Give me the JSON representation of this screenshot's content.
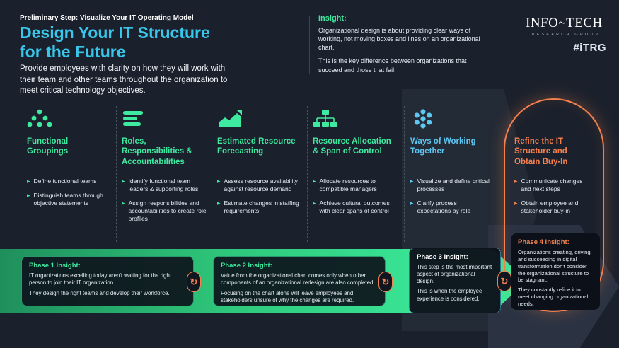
{
  "colors": {
    "background": "#1B212C",
    "accent_green": "#3EE9A0",
    "accent_cyan": "#38C7EA",
    "accent_blue": "#5EC7F2",
    "accent_orange": "#F5804E",
    "band_green": "#2FC97C"
  },
  "icons": {
    "bullet_glyph": "▸",
    "loop_glyph": "↻"
  },
  "header": {
    "kicker": "Preliminary Step: Visualize Your IT Operating Model",
    "title_line1": "Design Your IT Structure",
    "title_line2": "for the Future",
    "subtitle": "Provide employees with clarity on how they will work with their team and other teams throughout the organization to meet critical technology objectives.",
    "insight": {
      "label": "Insight:",
      "p1": "Organizational design is about providing clear ways of working, not moving boxes and lines on an organizational chart.",
      "p2": "This is the key difference between organizations that succeed and those that fail."
    }
  },
  "brand": {
    "logo_main": "INFO~TECH",
    "logo_sub": "RESEARCH GROUP",
    "logo_itrg": "#iTRG"
  },
  "columns": [
    {
      "title": "Functional Groupings",
      "icon": "team-dots-icon",
      "bullets": [
        "Define functional teams",
        "Distinguish teams through objective statements"
      ]
    },
    {
      "title": "Roles, Responsibilities & Accountabilities",
      "icon": "list-lines-icon",
      "bullets": [
        "Identify functional team leaders & supporting roles",
        "Assign responsibilities and accountabilities to create role profiles"
      ]
    },
    {
      "title": "Estimated Resource Forecasting",
      "icon": "growth-chart-icon",
      "bullets": [
        "Assess resource availability against resource demand",
        "Estimate changes in staffing requirements"
      ]
    },
    {
      "title": "Resource Allocation & Span of Control",
      "icon": "org-chart-icon",
      "bullets": [
        "Allocate resources to compatible managers",
        "Achieve cultural outcomes with clear spans of control"
      ]
    },
    {
      "title": "Ways of Working Together",
      "icon": "network-nodes-icon",
      "bullets": [
        "Visualize and define critical processes",
        "Clarify process expectations by role"
      ]
    },
    {
      "title": "Refine the IT Structure and Obtain Buy-In",
      "icon": "none",
      "bullets": [
        "Communicate changes and next steps",
        "Obtain employee and stakeholder buy-in"
      ]
    }
  ],
  "phases": [
    {
      "label": "Phase 1 Insight:",
      "p1": "IT organizations excelling today aren't waiting for the right person to join their IT organization.",
      "p2": "They design the right teams and develop their workforce."
    },
    {
      "label": "Phase 2 Insight:",
      "p1": "Value from the organizational chart comes only when other components of an organizational redesign are also completed.",
      "p2": "Focusing on the chart alone will leave employees and stakeholders unsure of why the changes are required."
    },
    {
      "label": "Phase 3 Insight:",
      "p1": "This step is the most important aspect of organizational design.",
      "p2": "This is when the employee experience is considered."
    },
    {
      "label": "Phase 4 Insight:",
      "p1": "Organizations creating, driving, and succeeding in digital transformation don't consider the organizational structure to be stagnant.",
      "p2": "They constantly refine it to meet changing organizational needs."
    }
  ]
}
